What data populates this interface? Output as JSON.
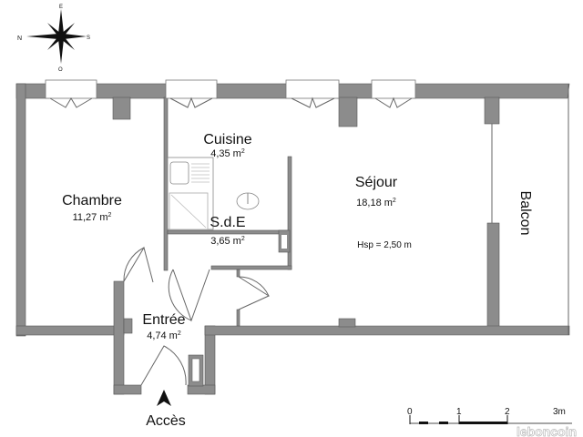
{
  "compass": {
    "north": "N",
    "east": "E",
    "south": "S",
    "west": "O"
  },
  "rooms": {
    "cuisine": {
      "name": "Cuisine",
      "area": "4,35 m",
      "sup": "2"
    },
    "chambre": {
      "name": "Chambre",
      "area": "11,27 m",
      "sup": "2"
    },
    "sejour": {
      "name": "Séjour",
      "area": "18,18 m",
      "sup": "2",
      "height": "Hsp = 2,50 m"
    },
    "sde": {
      "name": "S.d.E",
      "area": "3,65 m",
      "sup": "2"
    },
    "entree": {
      "name": "Entrée",
      "area": "4,74 m",
      "sup": "2"
    },
    "balcon": {
      "name": "Balcon"
    }
  },
  "access": {
    "label": "Accès"
  },
  "scale": {
    "ticks": [
      "0",
      "1",
      "2",
      "3m"
    ]
  },
  "watermark": "leboncoin",
  "colors": {
    "wall": "#8c8c8c",
    "line": "#666666"
  }
}
